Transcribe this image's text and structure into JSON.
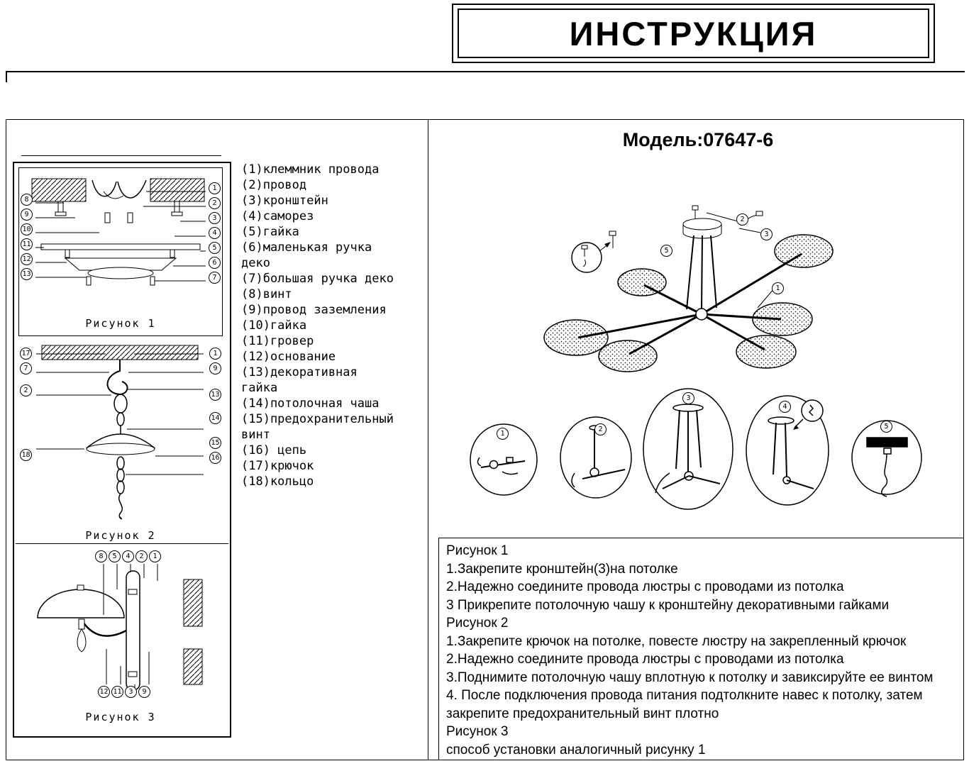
{
  "header": {
    "title": "ИНСТРУКЦИЯ"
  },
  "right_panel": {
    "model_title": "Модель:07647-6",
    "instructions_text": "Рисунок 1\n1.Закрепите кронштейн(3)на потолке\n2.Надежно соедините провода люстры с проводами из потолка\n3 Прикрепите потолочную чашу к кронштейну декоративными гайками\nРисунок 2\n1.Закрепите крючок на потолке, повесте люстру на закрепленный крючок\n2.Надежно соедините провода люстры с проводами из потолка\n3.Поднимите потолочную чашу вплотную к потолку и завиксируйте ее винтом\n4. После подключения провода питания подтолкните навес к потолку, затем закрепите предохранительный винт плотно\nРисунок 3\n способ установки аналогичный рисунку 1"
  },
  "left_panel": {
    "parts_list_text": "(1)клеммник провода\n(2)провод\n(3)кронштейн\n(4)саморез\n(5)гайка\n(6)маленькая ручка деко\n(7)большая ручка деко\n(8)винт\n(9)провод заземления\n(10)гайка\n(11)гровер\n(12)основание\n(13)декоративная гайка\n(14)потолочная чаша\n(15)предохранительный винт\n(16) цепь\n(17)крючок\n(18)кольцо"
  },
  "figure1": {
    "caption": "Рисунок 1",
    "callouts_left": [
      "8",
      "9",
      "10",
      "11",
      "12",
      "13"
    ],
    "callouts_right": [
      "1",
      "2",
      "3",
      "4",
      "5",
      "6",
      "7"
    ]
  },
  "figure2": {
    "caption": "Рисунок 2",
    "callouts_left": [
      "17",
      "7",
      "2",
      "18"
    ],
    "callouts_right": [
      "1",
      "9",
      "13",
      "14",
      "15",
      "16"
    ]
  },
  "figure3": {
    "caption": "Рисунок 3",
    "callouts_top": [
      "8",
      "5",
      "4",
      "2",
      "1"
    ],
    "callouts_bottom": [
      "12",
      "11",
      "3",
      "9"
    ]
  },
  "diagram": {
    "callout_1": "1",
    "callout_2": "2",
    "callout_3": "3",
    "callout_5": "5"
  },
  "details": {
    "numbers": [
      "1",
      "2",
      "3",
      "4",
      "5"
    ]
  }
}
